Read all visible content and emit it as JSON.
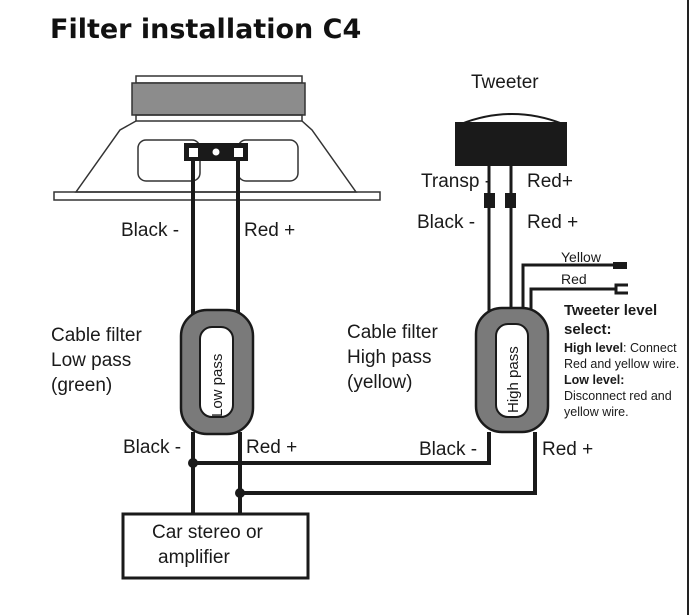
{
  "title": "Filter installation C4",
  "speaker": {
    "left_wire_label": "Black -",
    "right_wire_label": "Red +"
  },
  "tweeter": {
    "label": "Tweeter",
    "transp_label": "Transp -",
    "red_label": "Red+",
    "black_wire_label": "Black -",
    "red_wire_label": "Red +",
    "yellow_label": "Yellow",
    "red_select_label": "Red"
  },
  "low_pass_filter": {
    "caption_line1": "Cable filter",
    "caption_line2": "Low pass",
    "caption_line3": "(green)",
    "body_text": "Low pass",
    "black_out_label": "Black -",
    "red_out_label": "Red +"
  },
  "high_pass_filter": {
    "caption_line1": "Cable filter",
    "caption_line2": "High pass",
    "caption_line3": "(yellow)",
    "body_text": "High pass",
    "black_out_label": "Black -",
    "red_out_label": "Red +"
  },
  "level_select": {
    "heading_line1": "Tweeter level",
    "heading_line2": "select:",
    "high_label": "High level",
    "high_text1": ": Connect",
    "high_text2": "Red and yellow wire.",
    "low_label": "Low level:",
    "low_text1": "Disconnect red and",
    "low_text2": "yellow wire."
  },
  "amplifier": {
    "line1": "Car stereo or",
    "line2": "amplifier"
  },
  "colors": {
    "filter_gray": "#7a7a7a",
    "speaker_band": "#8c8c8c",
    "ink": "#1a1a1a"
  }
}
